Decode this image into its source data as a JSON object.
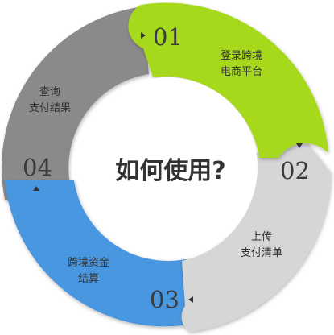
{
  "title": "如何使用?",
  "colors": {
    "step1": "#a6d81f",
    "step2": "#d6d6d6",
    "step3": "#4a97e0",
    "step4": "#8a8a8a",
    "text": "#333333",
    "background": "#ffffff"
  },
  "steps": [
    {
      "number": "01",
      "line1": "登录跨境",
      "line2": "电商平台",
      "arrow_icon": "triangle-right-icon"
    },
    {
      "number": "02",
      "line1": "上传",
      "line2": "支付清单",
      "arrow_icon": "triangle-down-icon"
    },
    {
      "number": "03",
      "line1": "跨境资金",
      "line2": "结算",
      "arrow_icon": "triangle-left-icon"
    },
    {
      "number": "04",
      "line1": "查询",
      "line2": "支付结果",
      "arrow_icon": "triangle-up-icon"
    }
  ]
}
